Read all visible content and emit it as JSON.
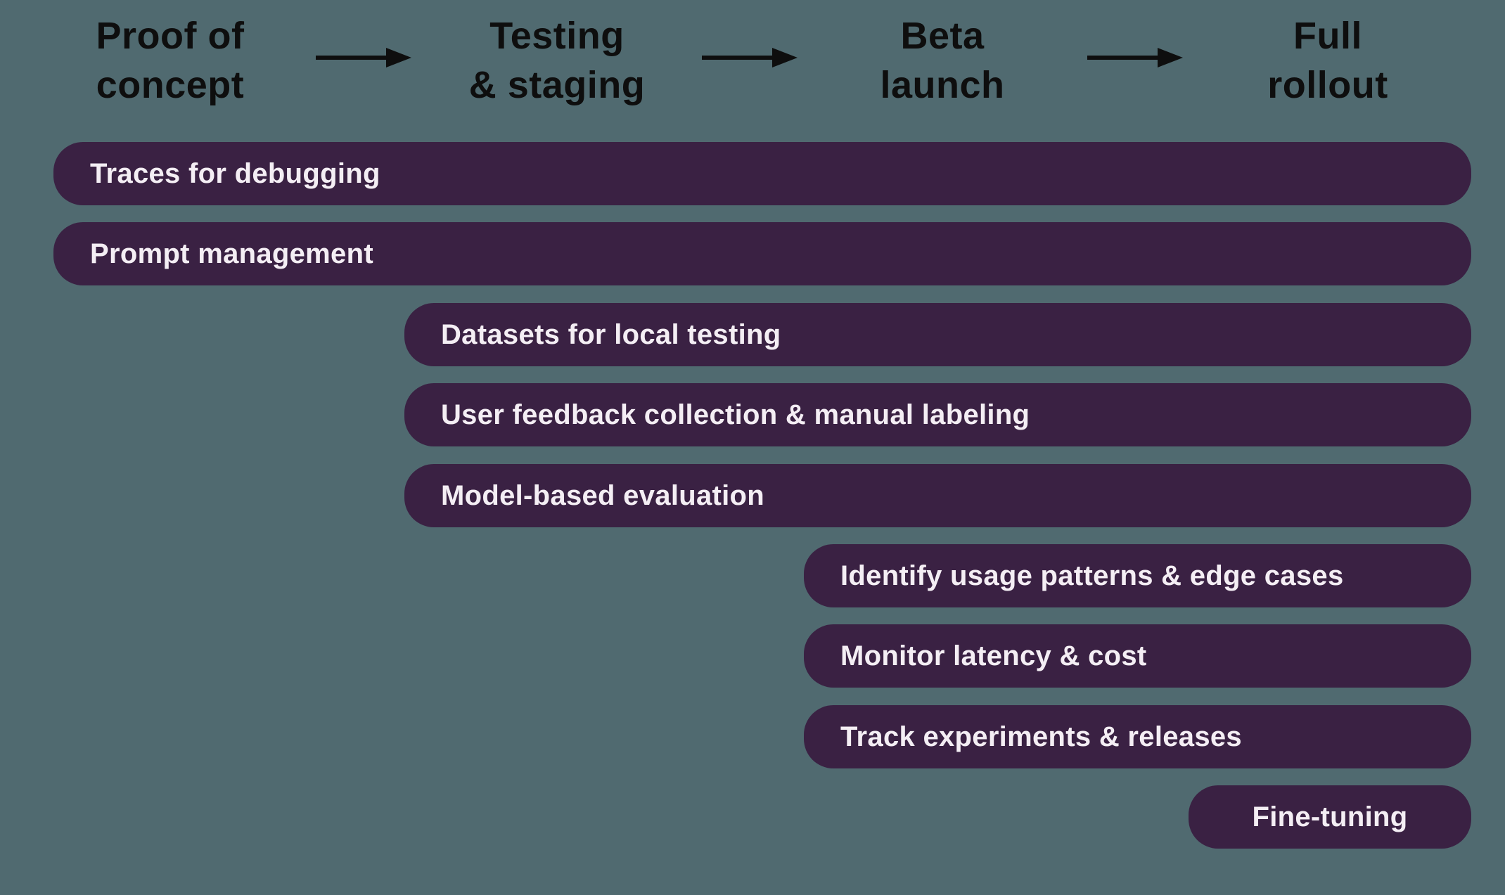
{
  "diagram": {
    "background_color": "#506a70",
    "bar_color": "#3a2143",
    "bar_text_color": "#f4eef4",
    "header_text_color": "#0e0e0e",
    "arrow_color": "#0e0e0e",
    "phases": [
      {
        "line1": "Proof of",
        "line2": "concept"
      },
      {
        "line1": "Testing",
        "line2": "& staging"
      },
      {
        "line1": "Beta",
        "line2": "launch"
      },
      {
        "line1": "Full",
        "line2": "rollout"
      }
    ],
    "bars": [
      {
        "label": "Traces for debugging",
        "start_phase": "Proof of concept"
      },
      {
        "label": "Prompt management",
        "start_phase": "Proof of concept"
      },
      {
        "label": "Datasets for local testing",
        "start_phase": "Testing & staging"
      },
      {
        "label": "User feedback collection & manual labeling",
        "start_phase": "Testing & staging"
      },
      {
        "label": "Model-based evaluation",
        "start_phase": "Testing & staging"
      },
      {
        "label": "Identify usage patterns & edge cases",
        "start_phase": "Beta launch"
      },
      {
        "label": "Monitor latency & cost",
        "start_phase": "Beta launch"
      },
      {
        "label": "Track experiments & releases",
        "start_phase": "Beta launch"
      },
      {
        "label": "Fine-tuning",
        "start_phase": "Full rollout"
      }
    ]
  }
}
